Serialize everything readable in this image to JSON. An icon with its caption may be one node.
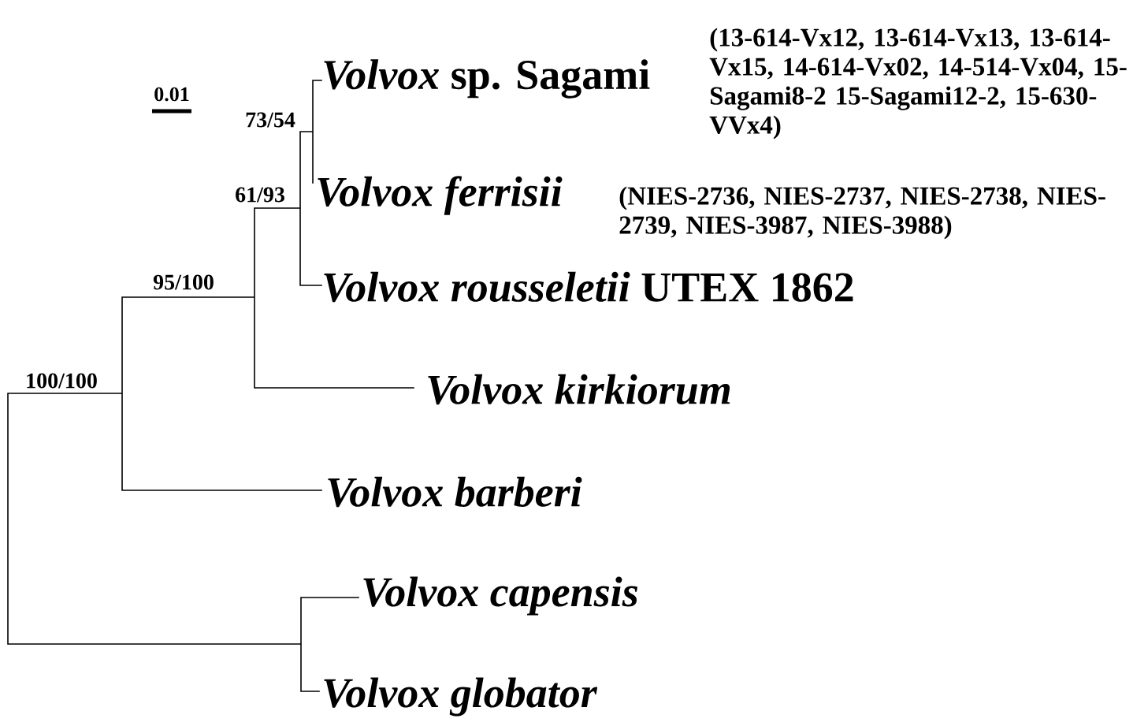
{
  "diagram": {
    "labels": [
      "0.01",
      "(13-614-Vx12, 13-614-Vx13, 13-614-Vx15, 14-614-Vx02, 14-514-Vx04, 15-Sagami8-2 15-Sagami12-2, 15-630-VVx4)",
      "*Volvox* sp. Sagami",
      "73/54",
      "61/93",
      "Volvox ferrisii",
      "(NIES-2736, NIES-2737, NIES-2738, NIES-2739, NIES-3987, NIES-3988)",
      "95/100",
      "*Volvox rousseletii* UTEX 1862",
      "100/100",
      "Volvox kirkiorum",
      "Volvox barberi",
      "Volvox capensis",
      "Volvox globator"
    ]
  }
}
